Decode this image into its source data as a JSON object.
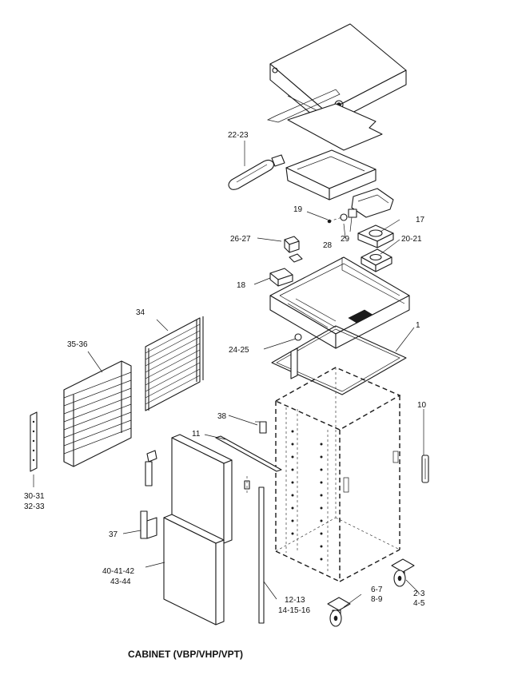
{
  "caption": "CABINET (VBP/VHP/VPT)",
  "callouts": {
    "c1": "1",
    "c2_3": "2-3",
    "c4_5": "4-5",
    "c6_7": "6-7",
    "c8_9": "8-9",
    "c10": "10",
    "c11": "11",
    "c12_13": "12-13",
    "c14_16": "14-15-16",
    "c17": "17",
    "c18": "18",
    "c19": "19",
    "c20_21": "20-21",
    "c22_23": "22-23",
    "c24_25": "24-25",
    "c26_27": "26-27",
    "c28": "28",
    "c29": "29",
    "c30_31": "30-31",
    "c32_33": "32-33",
    "c34": "34",
    "c35_36": "35-36",
    "c37": "37",
    "c38": "38",
    "c40_42": "40-41-42",
    "c43_44": "43-44"
  }
}
